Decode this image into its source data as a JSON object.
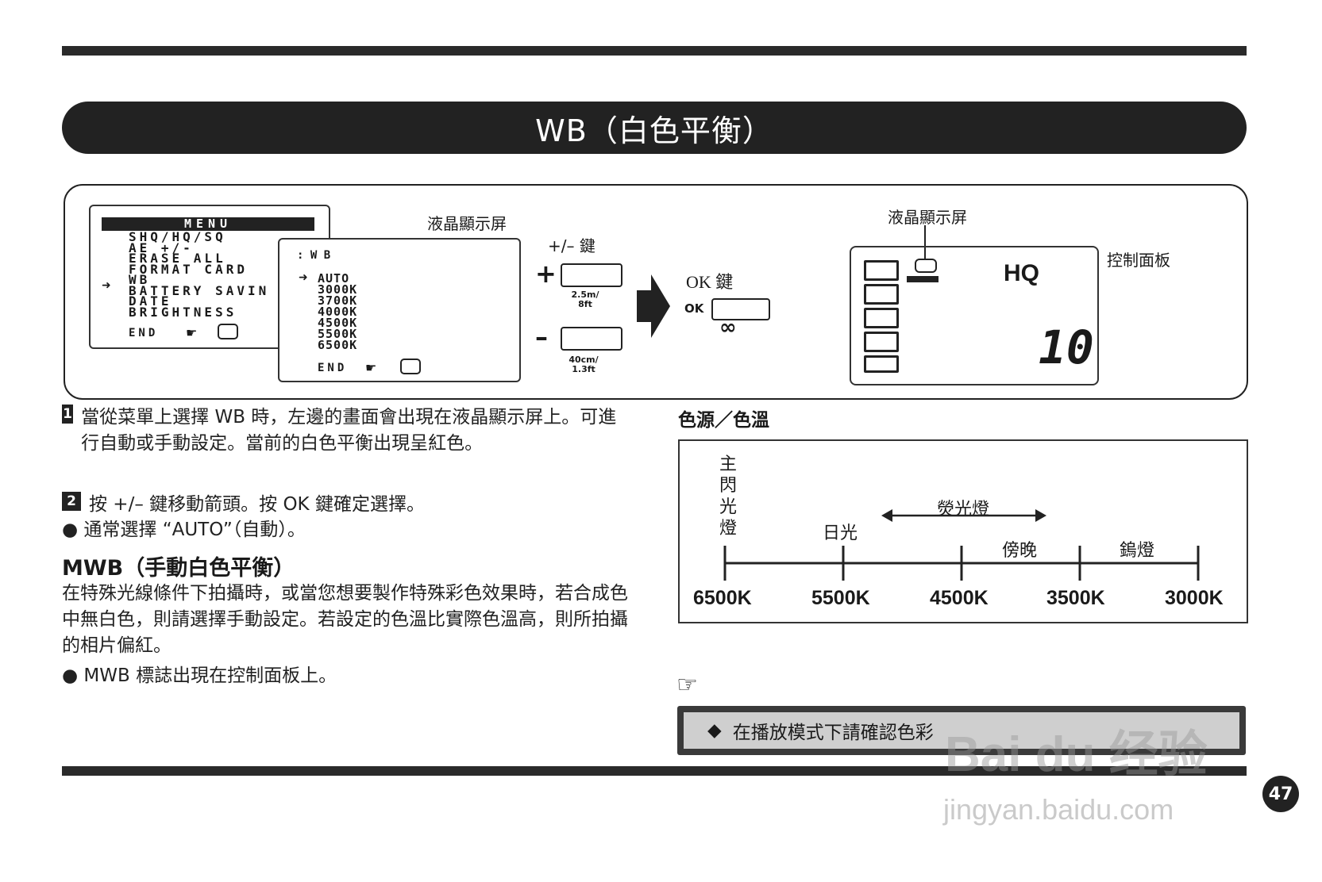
{
  "page": {
    "title": "WB（白色平衡）",
    "page_number": "47"
  },
  "diagram": {
    "menu_screen": {
      "title": "MENU",
      "items": [
        "SHQ/HQ/SQ",
        "AE +/-",
        "ERASE ALL",
        "FORMAT CARD",
        "WB",
        "BATTERY SAVIN",
        "DATE",
        "BRIGHTNESS"
      ],
      "end_label": "END",
      "arrow": "➜"
    },
    "wb_screen": {
      "title": ": W B",
      "options": [
        "AUTO",
        "3000K",
        "3700K",
        "4000K",
        "4500K",
        "5500K",
        "6500K"
      ],
      "end_label": "END"
    },
    "lcd_label_left": "液晶顯示屏",
    "plus_minus_key_label": "+/– 鍵",
    "plus_sign": "+",
    "minus_sign": "–",
    "plus_distance": "2.5m/ 8ft",
    "minus_distance": "40cm/ 1.3ft",
    "ok_key_label": "OK 鍵",
    "ok_text": "OK",
    "infinity": "∞",
    "lcd_label_right": "液晶顯示屏",
    "control_panel_label": "控制面板",
    "quality": "HQ",
    "counter": "10"
  },
  "steps": [
    {
      "num": "1",
      "text": "當從菜單上選擇 WB 時，左邊的畫面會出現在液晶顯示屏上。可進行自動或手動設定。當前的白色平衡出現呈紅色。"
    },
    {
      "num": "2",
      "text": "按 +/– 鍵移動箭頭。按 OK 鍵確定選擇。"
    }
  ],
  "bullet_auto": "通常選擇 “AUTO”（自動）。",
  "mwb": {
    "heading": "MWB（手動白色平衡）",
    "paragraph": "在特殊光線條件下拍攝時，或當您想要製作特殊彩色效果時，若合成色中無白色，則請選擇手動設定。若設定的色溫比實際色溫高，則所拍攝的相片偏紅。",
    "bullet": "MWB 標誌出現在控制面板上。"
  },
  "color_temp": {
    "heading": "色源／色溫",
    "sources": {
      "flash": "主閃光燈",
      "daylight": "日光",
      "fluorescent": "熒光燈",
      "dusk": "傍晚",
      "tungsten": "鎢燈"
    },
    "ticks": [
      "6500K",
      "5500K",
      "4500K",
      "3500K",
      "3000K"
    ]
  },
  "note": {
    "icon": "pointing-hand-icon",
    "text": "在播放模式下請確認色彩"
  },
  "watermark": {
    "brand": "Bai du 经验",
    "url": "jingyan.baidu.com"
  }
}
